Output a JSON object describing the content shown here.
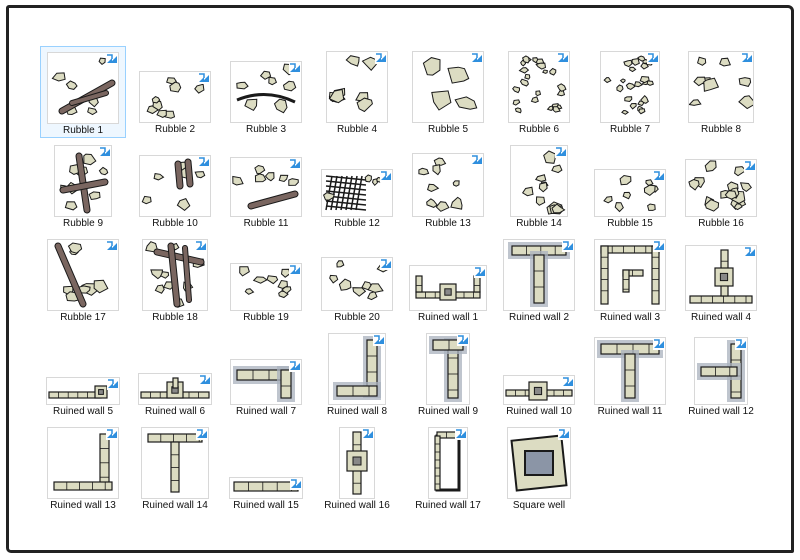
{
  "window": {
    "title": ""
  },
  "files": [
    {
      "name": "Rubble 1",
      "kind": "rubble1",
      "w": 70,
      "h": 70,
      "selected": true
    },
    {
      "name": "Rubble 2",
      "kind": "rubble",
      "w": 70,
      "h": 50
    },
    {
      "name": "Rubble 3",
      "kind": "rubble3",
      "w": 70,
      "h": 60
    },
    {
      "name": "Rubble 4",
      "kind": "rubble4",
      "w": 60,
      "h": 70
    },
    {
      "name": "Rubble 5",
      "kind": "rubble5",
      "w": 70,
      "h": 70
    },
    {
      "name": "Rubble 6",
      "kind": "rubble6",
      "w": 60,
      "h": 70
    },
    {
      "name": "Rubble 7",
      "kind": "rubble6",
      "w": 58,
      "h": 70
    },
    {
      "name": "Rubble 8",
      "kind": "rubble4",
      "w": 64,
      "h": 70
    },
    {
      "name": "Rubble 9",
      "kind": "rubble9",
      "w": 56,
      "h": 70
    },
    {
      "name": "Rubble 10",
      "kind": "rubble10",
      "w": 70,
      "h": 60
    },
    {
      "name": "Rubble 11",
      "kind": "rubble11",
      "w": 70,
      "h": 58
    },
    {
      "name": "Rubble 12",
      "kind": "rubble12",
      "w": 70,
      "h": 46
    },
    {
      "name": "Rubble 13",
      "kind": "rubble",
      "w": 70,
      "h": 62
    },
    {
      "name": "Rubble 14",
      "kind": "rubble14",
      "w": 56,
      "h": 70
    },
    {
      "name": "Rubble 15",
      "kind": "rubble",
      "w": 70,
      "h": 46
    },
    {
      "name": "Rubble 16",
      "kind": "rubble16",
      "w": 70,
      "h": 56
    },
    {
      "name": "Rubble 17",
      "kind": "rubble17",
      "w": 70,
      "h": 70
    },
    {
      "name": "Rubble 18",
      "kind": "rubble18",
      "w": 64,
      "h": 70
    },
    {
      "name": "Rubble 19",
      "kind": "rubble",
      "w": 70,
      "h": 46
    },
    {
      "name": "Rubble 20",
      "kind": "rubble",
      "w": 70,
      "h": 52
    },
    {
      "name": "Ruined wall 1",
      "kind": "wall1",
      "w": 76,
      "h": 44
    },
    {
      "name": "Ruined wall 2",
      "kind": "wall2",
      "w": 70,
      "h": 70
    },
    {
      "name": "Ruined wall 3",
      "kind": "wall3",
      "w": 70,
      "h": 70
    },
    {
      "name": "Ruined wall 4",
      "kind": "wall4",
      "w": 70,
      "h": 64
    },
    {
      "name": "Ruined wall 5",
      "kind": "wall5",
      "w": 72,
      "h": 26
    },
    {
      "name": "Ruined wall 6",
      "kind": "wall6",
      "w": 72,
      "h": 30
    },
    {
      "name": "Ruined wall 7",
      "kind": "wall7",
      "w": 70,
      "h": 44
    },
    {
      "name": "Ruined wall 8",
      "kind": "wall8",
      "w": 56,
      "h": 70
    },
    {
      "name": "Ruined wall 9",
      "kind": "wall9",
      "w": 42,
      "h": 70
    },
    {
      "name": "Ruined wall 10",
      "kind": "wall10",
      "w": 70,
      "h": 28
    },
    {
      "name": "Ruined wall 11",
      "kind": "wall11",
      "w": 70,
      "h": 66
    },
    {
      "name": "Ruined wall 12",
      "kind": "wall12",
      "w": 52,
      "h": 66
    },
    {
      "name": "Ruined wall 13",
      "kind": "wall13",
      "w": 70,
      "h": 70
    },
    {
      "name": "Ruined wall 14",
      "kind": "wall14",
      "w": 66,
      "h": 70
    },
    {
      "name": "Ruined wall 15",
      "kind": "wall15",
      "w": 72,
      "h": 20
    },
    {
      "name": "Ruined wall 16",
      "kind": "wall16",
      "w": 34,
      "h": 70
    },
    {
      "name": "Ruined wall 17",
      "kind": "wall17",
      "w": 38,
      "h": 70
    },
    {
      "name": "Square well",
      "kind": "well",
      "w": 62,
      "h": 70
    }
  ],
  "colors": {
    "stone": "#dcdcc2",
    "outline": "#1a1a1a",
    "wood": "#7a6660",
    "shadow": "#a9b1bd",
    "share": "#2f8fde",
    "selection": "#99d1ff"
  },
  "icons": {
    "badge": "share-arrow-icon"
  }
}
